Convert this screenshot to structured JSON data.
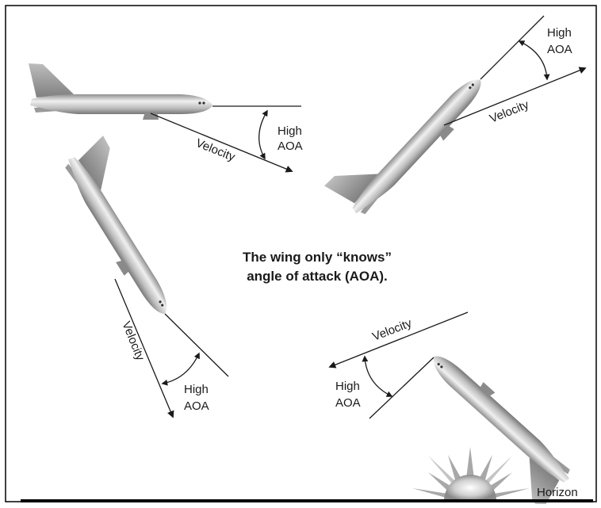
{
  "title": {
    "line1": "The wing only “knows”",
    "line2": "angle of attack (AOA)."
  },
  "aircraft": [
    {
      "velocity_label": "Velocity",
      "aoa_label": [
        "High",
        "AOA"
      ]
    },
    {
      "velocity_label": "Velocity",
      "aoa_label": [
        "High",
        "AOA"
      ]
    },
    {
      "velocity_label": "Velocity",
      "aoa_label": [
        "High",
        "AOA"
      ]
    },
    {
      "velocity_label": "Velocity",
      "aoa_label": [
        "High",
        "AOA"
      ]
    }
  ],
  "horizon_label": "Horizon",
  "colors": {
    "ink": "#1a1a1a",
    "border": "#000000",
    "plane_dark": "#8f8f8f",
    "plane_light": "#f0f0f0"
  }
}
